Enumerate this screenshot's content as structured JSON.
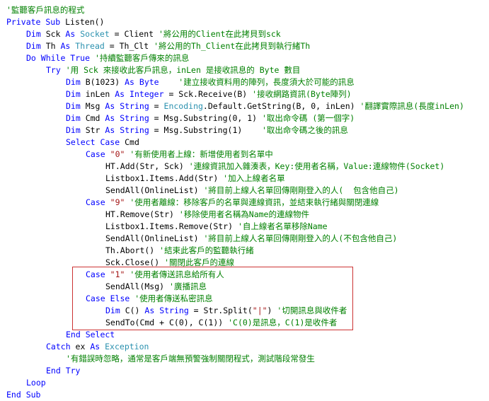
{
  "colors": {
    "keyword": "#0000ff",
    "type": "#2b91af",
    "comment": "#008000",
    "string": "#a31515",
    "text": "#000000",
    "highlight_border": "#cc3333"
  },
  "lines": [
    {
      "indent": 0,
      "tokens": [
        {
          "t": "'監聽客戶訊息的程式",
          "c": "cm"
        }
      ]
    },
    {
      "indent": 0,
      "tokens": [
        {
          "t": "Private Sub",
          "c": "kw"
        },
        {
          "t": " Listen()",
          "c": "pl"
        }
      ]
    },
    {
      "indent": 1,
      "tokens": [
        {
          "t": "Dim",
          "c": "kw"
        },
        {
          "t": " Sck ",
          "c": "pl"
        },
        {
          "t": "As",
          "c": "kw"
        },
        {
          "t": " ",
          "c": "pl"
        },
        {
          "t": "Socket",
          "c": "ty"
        },
        {
          "t": " = Client ",
          "c": "pl"
        },
        {
          "t": "'將公用的Client在此拷貝到sck",
          "c": "cm"
        }
      ]
    },
    {
      "indent": 1,
      "tokens": [
        {
          "t": "Dim",
          "c": "kw"
        },
        {
          "t": " Th ",
          "c": "pl"
        },
        {
          "t": "As",
          "c": "kw"
        },
        {
          "t": " ",
          "c": "pl"
        },
        {
          "t": "Thread",
          "c": "ty"
        },
        {
          "t": " = Th_Clt ",
          "c": "pl"
        },
        {
          "t": "'將公用的Th_Client在此拷貝到執行緒Th",
          "c": "cm"
        }
      ]
    },
    {
      "indent": 1,
      "tokens": [
        {
          "t": "Do While True",
          "c": "kw"
        },
        {
          "t": " ",
          "c": "pl"
        },
        {
          "t": "'持續監聽客戶傳來的訊息",
          "c": "cm"
        }
      ]
    },
    {
      "indent": 2,
      "tokens": [
        {
          "t": "Try",
          "c": "kw"
        },
        {
          "t": " ",
          "c": "pl"
        },
        {
          "t": "'用 Sck 來接收此客戶訊息，inLen 是接收訊息的 Byte 數目",
          "c": "cm"
        }
      ]
    },
    {
      "indent": 3,
      "tokens": [
        {
          "t": "Dim",
          "c": "kw"
        },
        {
          "t": " B(1023) ",
          "c": "pl"
        },
        {
          "t": "As",
          "c": "kw"
        },
        {
          "t": " ",
          "c": "pl"
        },
        {
          "t": "Byte",
          "c": "kw"
        },
        {
          "t": "    ",
          "c": "pl"
        },
        {
          "t": "'建立接收資料用的陣列，長度須大於可能的訊息",
          "c": "cm"
        }
      ]
    },
    {
      "indent": 3,
      "tokens": [
        {
          "t": "Dim",
          "c": "kw"
        },
        {
          "t": " inLen ",
          "c": "pl"
        },
        {
          "t": "As",
          "c": "kw"
        },
        {
          "t": " ",
          "c": "pl"
        },
        {
          "t": "Integer",
          "c": "kw"
        },
        {
          "t": " = Sck.Receive(B) ",
          "c": "pl"
        },
        {
          "t": "'接收網路資訊(Byte陣列)",
          "c": "cm"
        }
      ]
    },
    {
      "indent": 3,
      "tokens": [
        {
          "t": "Dim",
          "c": "kw"
        },
        {
          "t": " Msg ",
          "c": "pl"
        },
        {
          "t": "As",
          "c": "kw"
        },
        {
          "t": " ",
          "c": "pl"
        },
        {
          "t": "String",
          "c": "kw"
        },
        {
          "t": " = ",
          "c": "pl"
        },
        {
          "t": "Encoding",
          "c": "ty"
        },
        {
          "t": ".Default.GetString(B, 0, inLen) ",
          "c": "pl"
        },
        {
          "t": "'翻譯實際訊息(長度inLen)",
          "c": "cm"
        }
      ]
    },
    {
      "indent": 3,
      "tokens": [
        {
          "t": "Dim",
          "c": "kw"
        },
        {
          "t": " Cmd ",
          "c": "pl"
        },
        {
          "t": "As",
          "c": "kw"
        },
        {
          "t": " ",
          "c": "pl"
        },
        {
          "t": "String",
          "c": "kw"
        },
        {
          "t": " = Msg.Substring(0, 1) ",
          "c": "pl"
        },
        {
          "t": "'取出命令碼 (第一個字)",
          "c": "cm"
        }
      ]
    },
    {
      "indent": 3,
      "tokens": [
        {
          "t": "Dim",
          "c": "kw"
        },
        {
          "t": " Str ",
          "c": "pl"
        },
        {
          "t": "As",
          "c": "kw"
        },
        {
          "t": " ",
          "c": "pl"
        },
        {
          "t": "String",
          "c": "kw"
        },
        {
          "t": " = Msg.Substring(1)    ",
          "c": "pl"
        },
        {
          "t": "'取出命令碼之後的訊息",
          "c": "cm"
        }
      ]
    },
    {
      "indent": 3,
      "tokens": [
        {
          "t": "Select Case",
          "c": "kw"
        },
        {
          "t": " Cmd",
          "c": "pl"
        }
      ]
    },
    {
      "indent": 4,
      "tokens": [
        {
          "t": "Case",
          "c": "kw"
        },
        {
          "t": " ",
          "c": "pl"
        },
        {
          "t": "\"0\"",
          "c": "st"
        },
        {
          "t": " ",
          "c": "pl"
        },
        {
          "t": "'有新使用者上線：新增使用者到名單中",
          "c": "cm"
        }
      ]
    },
    {
      "indent": 5,
      "tokens": [
        {
          "t": "HT.Add(Str, Sck) ",
          "c": "pl"
        },
        {
          "t": "'連線資訊加入雜湊表，Key:使用者名稱，Value:連線物件(Socket)",
          "c": "cm"
        }
      ]
    },
    {
      "indent": 5,
      "tokens": [
        {
          "t": "Listbox1.Items.Add(Str) ",
          "c": "pl"
        },
        {
          "t": "'加入上線者名單",
          "c": "cm"
        }
      ]
    },
    {
      "indent": 5,
      "tokens": [
        {
          "t": "SendAll(OnlineList) ",
          "c": "pl"
        },
        {
          "t": "'將目前上線人名單回傳剛剛登入的人(  包含他自己)",
          "c": "cm"
        }
      ]
    },
    {
      "indent": 4,
      "tokens": [
        {
          "t": "Case",
          "c": "kw"
        },
        {
          "t": " ",
          "c": "pl"
        },
        {
          "t": "\"9\"",
          "c": "st"
        },
        {
          "t": " ",
          "c": "pl"
        },
        {
          "t": "'使用者離線：移除客戶的名單與連線資訊，並結束執行緒與關閉連線",
          "c": "cm"
        }
      ]
    },
    {
      "indent": 5,
      "tokens": [
        {
          "t": "HT.Remove(Str) ",
          "c": "pl"
        },
        {
          "t": "'移除使用者名稱為Name的連線物件",
          "c": "cm"
        }
      ]
    },
    {
      "indent": 5,
      "tokens": [
        {
          "t": "Listbox1.Items.Remove(Str) ",
          "c": "pl"
        },
        {
          "t": "'自上線者名單移除Name",
          "c": "cm"
        }
      ]
    },
    {
      "indent": 5,
      "tokens": [
        {
          "t": "SendAll(OnlineList) ",
          "c": "pl"
        },
        {
          "t": "'將目前上線人名單回傳剛剛登入的人(不包含他自己)",
          "c": "cm"
        }
      ]
    },
    {
      "indent": 5,
      "tokens": [
        {
          "t": "Th.Abort() ",
          "c": "pl"
        },
        {
          "t": "'結束此客戶的監聽執行緒",
          "c": "cm"
        }
      ]
    },
    {
      "indent": 5,
      "tokens": [
        {
          "t": "Sck.Close() ",
          "c": "pl"
        },
        {
          "t": "'關閉此客戶的連線",
          "c": "cm"
        }
      ]
    },
    {
      "indent": 4,
      "tokens": [
        {
          "t": "Case",
          "c": "kw"
        },
        {
          "t": " ",
          "c": "pl"
        },
        {
          "t": "\"1\"",
          "c": "st"
        },
        {
          "t": " ",
          "c": "pl"
        },
        {
          "t": "'使用者傳送訊息給所有人",
          "c": "cm"
        }
      ]
    },
    {
      "indent": 5,
      "tokens": [
        {
          "t": "SendAll(Msg) ",
          "c": "pl"
        },
        {
          "t": "'廣播訊息",
          "c": "cm"
        }
      ]
    },
    {
      "indent": 4,
      "tokens": [
        {
          "t": "Case Else",
          "c": "kw"
        },
        {
          "t": " ",
          "c": "pl"
        },
        {
          "t": "'使用者傳送私密訊息",
          "c": "cm"
        }
      ]
    },
    {
      "indent": 5,
      "tokens": [
        {
          "t": "Dim",
          "c": "kw"
        },
        {
          "t": " C() ",
          "c": "pl"
        },
        {
          "t": "As",
          "c": "kw"
        },
        {
          "t": " ",
          "c": "pl"
        },
        {
          "t": "String",
          "c": "kw"
        },
        {
          "t": " = Str.Split(",
          "c": "pl"
        },
        {
          "t": "\"|\"",
          "c": "st"
        },
        {
          "t": ") ",
          "c": "pl"
        },
        {
          "t": "'切開訊息與收件者",
          "c": "cm"
        }
      ]
    },
    {
      "indent": 5,
      "tokens": [
        {
          "t": "SendTo(Cmd + C(0), C(1)) ",
          "c": "pl"
        },
        {
          "t": "'C(0)是訊息，C(1)是收件者",
          "c": "cm"
        }
      ]
    },
    {
      "indent": 3,
      "tokens": [
        {
          "t": "End Select",
          "c": "kw"
        }
      ]
    },
    {
      "indent": 2,
      "tokens": [
        {
          "t": "Catch",
          "c": "kw"
        },
        {
          "t": " ex ",
          "c": "pl"
        },
        {
          "t": "As",
          "c": "kw"
        },
        {
          "t": " ",
          "c": "pl"
        },
        {
          "t": "Exception",
          "c": "ty"
        }
      ]
    },
    {
      "indent": 3,
      "tokens": [
        {
          "t": "'有錯誤時忽略，通常是客戶端無預警強制關閉程式，測試階段常發生",
          "c": "cm"
        }
      ]
    },
    {
      "indent": 2,
      "tokens": [
        {
          "t": "End Try",
          "c": "kw"
        }
      ]
    },
    {
      "indent": 1,
      "tokens": [
        {
          "t": "Loop",
          "c": "kw"
        }
      ]
    },
    {
      "indent": 0,
      "tokens": [
        {
          "t": "End Sub",
          "c": "kw"
        }
      ]
    }
  ]
}
